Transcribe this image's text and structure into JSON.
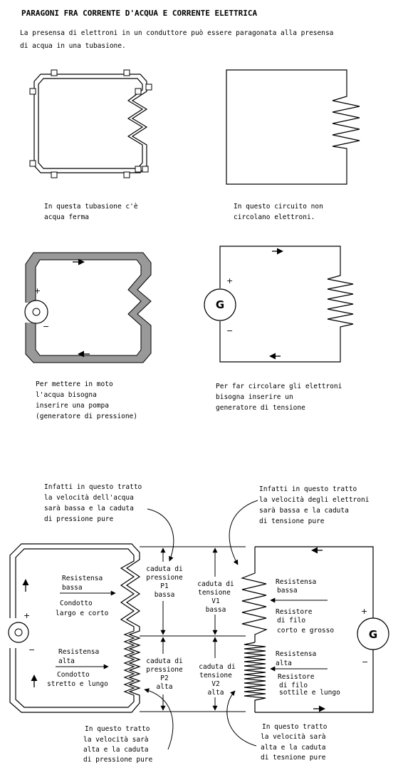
{
  "title": "PARAGONI FRA CORRENTE D'ACQUA E CORRENTE ELETTRICA",
  "intro": [
    "La presensa di elettroni in un conduttore può essere paragonata alla presensa",
    "di acqua in una tubasione."
  ],
  "panel1": {
    "pipe_caption": [
      "In questa tubasione c'è",
      "acqua ferma"
    ],
    "circuit_caption": [
      "In questo circuito non",
      "circolano elettroni."
    ]
  },
  "panel2": {
    "pump_caption": [
      "Per mettere in moto",
      "l'acqua bisogna",
      "inserire una pompa",
      "(generatore di pressione)"
    ],
    "gen_caption": [
      "Per far circolare gli elettroni",
      "bisogna inserire un",
      "generatore di tensione"
    ],
    "generator_letter": "G",
    "plus": "+",
    "minus": "−"
  },
  "panel3": {
    "note_top_left": [
      "Infatti in questo tratto",
      "la velocità dell'acqua",
      "sarà bassa e la caduta",
      "di pressione pure"
    ],
    "note_top_right": [
      "Infatti in questo tratto",
      "la velocità degli elettroni",
      "sarà bassa e la caduta",
      "di tensione pure"
    ],
    "note_bottom_left": [
      "In questo tratto",
      "la velocità sarà",
      "alta e la caduta",
      "di pressione pure"
    ],
    "note_bottom_right": [
      "In questo tratto",
      "la velocità sarà",
      "alta e la caduta",
      "di tesnione pure"
    ],
    "water_low_resistance": [
      "Resistensa",
      "bassa"
    ],
    "water_wide_pipe": [
      "Condotto",
      "largo e corto"
    ],
    "water_high_resistance": [
      "Resistensa",
      "alta"
    ],
    "water_narrow_pipe": [
      "Condotto",
      "stretto e lungo"
    ],
    "p1_drop": [
      "caduta di",
      "pressione",
      "P1",
      "bassa"
    ],
    "p2_drop": [
      "caduta di",
      "pressione",
      "P2",
      "alta"
    ],
    "v1_drop": [
      "caduta di",
      "tensione",
      "V1",
      "bassa"
    ],
    "v2_drop": [
      "caduta di",
      "tensione",
      "V2",
      "alta"
    ],
    "elec_low_resistance": [
      "Resistensa",
      "bassa"
    ],
    "elec_thick_wire": [
      "Resistore",
      "di filo",
      "corto e grosso"
    ],
    "elec_high_resistance": [
      "Resistensa",
      "alta"
    ],
    "elec_thin_wire": [
      "Resistore",
      "di filo",
      "sottile e lungo"
    ],
    "generator_letter": "G",
    "plus": "+",
    "minus": "−"
  }
}
